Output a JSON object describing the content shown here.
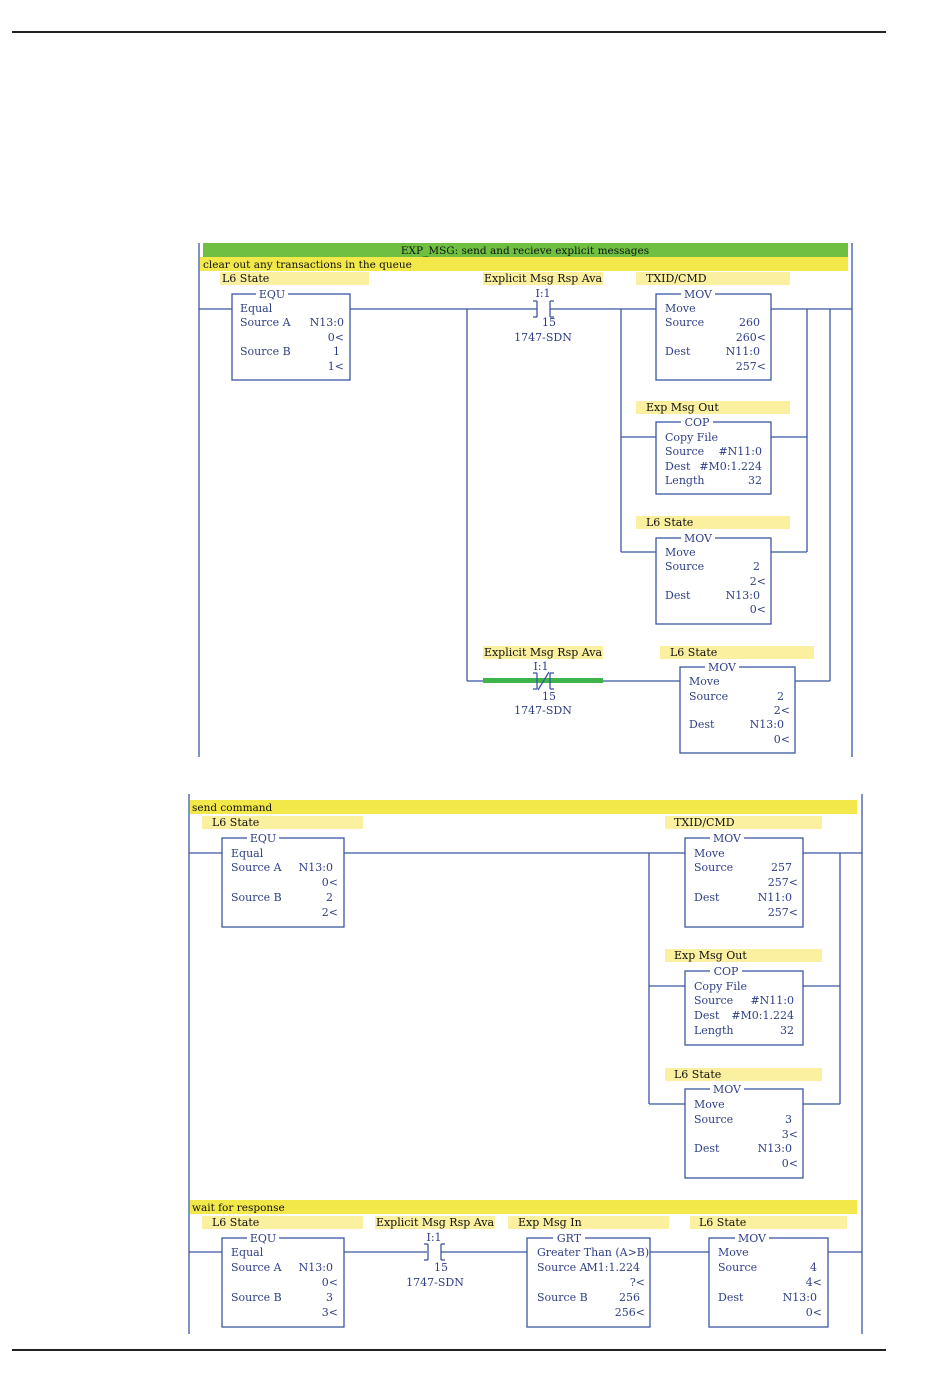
{
  "colors": {
    "wire": "#3b57a3",
    "blockText": "#2e3f86",
    "labelYellow": "#fbf0a0",
    "commentYellow": "#f2e84a",
    "titleGreen": "#6fc041",
    "activeGreen": "#3db54a"
  },
  "panel1": {
    "title": "EXP_MSG: send and recieve explicit messages",
    "comment": "clear out any transactions in the queue",
    "equ": {
      "tag": "L6 State",
      "name": "EQU",
      "desc": "Equal",
      "srcA_label": "Source A",
      "srcA_value": "N13:0",
      "srcA_live": "0<",
      "srcB_label": "Source B",
      "srcB_value": "1",
      "srcB_live": "1<"
    },
    "xic": {
      "tag": "Explicit Msg Rsp Ava",
      "address": "I:1",
      "bit": "15",
      "module": "1747-SDN"
    },
    "mov1": {
      "tag": "TXID/CMD",
      "name": "MOV",
      "desc": "Move",
      "source_label": "Source",
      "source_value": "260",
      "source_live": "260<",
      "dest_label": "Dest",
      "dest_value": "N11:0",
      "dest_live": "257<"
    },
    "cop": {
      "tag": "Exp Msg Out",
      "name": "COP",
      "desc": "Copy File",
      "source_label": "Source",
      "source_value": "#N11:0",
      "dest_label": "Dest",
      "dest_value": "#M0:1.224",
      "length_label": "Length",
      "length_value": "32"
    },
    "mov2": {
      "tag": "L6 State",
      "name": "MOV",
      "desc": "Move",
      "source_label": "Source",
      "source_value": "2",
      "source_live": "2<",
      "dest_label": "Dest",
      "dest_value": "N13:0",
      "dest_live": "0<"
    },
    "xio": {
      "tag": "Explicit Msg Rsp Ava",
      "address": "I:1",
      "bit": "15",
      "module": "1747-SDN"
    },
    "mov3": {
      "tag": "L6 State",
      "name": "MOV",
      "desc": "Move",
      "source_label": "Source",
      "source_value": "2",
      "source_live": "2<",
      "dest_label": "Dest",
      "dest_value": "N13:0",
      "dest_live": "0<"
    }
  },
  "panel2": {
    "comment1": "send command",
    "equ": {
      "tag": "L6 State",
      "name": "EQU",
      "desc": "Equal",
      "srcA_label": "Source A",
      "srcA_value": "N13:0",
      "srcA_live": "0<",
      "srcB_label": "Source B",
      "srcB_value": "2",
      "srcB_live": "2<"
    },
    "mov1": {
      "tag": "TXID/CMD",
      "name": "MOV",
      "desc": "Move",
      "source_label": "Source",
      "source_value": "257",
      "source_live": "257<",
      "dest_label": "Dest",
      "dest_value": "N11:0",
      "dest_live": "257<"
    },
    "cop": {
      "tag": "Exp Msg Out",
      "name": "COP",
      "desc": "Copy File",
      "source_label": "Source",
      "source_value": "#N11:0",
      "dest_label": "Dest",
      "dest_value": "#M0:1.224",
      "length_label": "Length",
      "length_value": "32"
    },
    "mov2": {
      "tag": "L6 State",
      "name": "MOV",
      "desc": "Move",
      "source_label": "Source",
      "source_value": "3",
      "source_live": "3<",
      "dest_label": "Dest",
      "dest_value": "N13:0",
      "dest_live": "0<"
    },
    "comment2": "wait for response",
    "equ2": {
      "tag": "L6 State",
      "name": "EQU",
      "desc": "Equal",
      "srcA_label": "Source A",
      "srcA_value": "N13:0",
      "srcA_live": "0<",
      "srcB_label": "Source B",
      "srcB_value": "3",
      "srcB_live": "3<"
    },
    "xic": {
      "tag": "Explicit Msg Rsp Ava",
      "address": "I:1",
      "bit": "15",
      "module": "1747-SDN"
    },
    "grt": {
      "tag": "Exp Msg In",
      "name": "GRT",
      "desc": "Greater Than (A>B)",
      "srcA_label": "Source A",
      "srcA_value": "M1:1.224",
      "srcA_live": "?<",
      "srcB_label": "Source B",
      "srcB_value": "256",
      "srcB_live": "256<"
    },
    "mov3": {
      "tag": "L6 State",
      "name": "MOV",
      "desc": "Move",
      "source_label": "Source",
      "source_value": "4",
      "source_live": "4<",
      "dest_label": "Dest",
      "dest_value": "N13:0",
      "dest_live": "0<"
    }
  }
}
